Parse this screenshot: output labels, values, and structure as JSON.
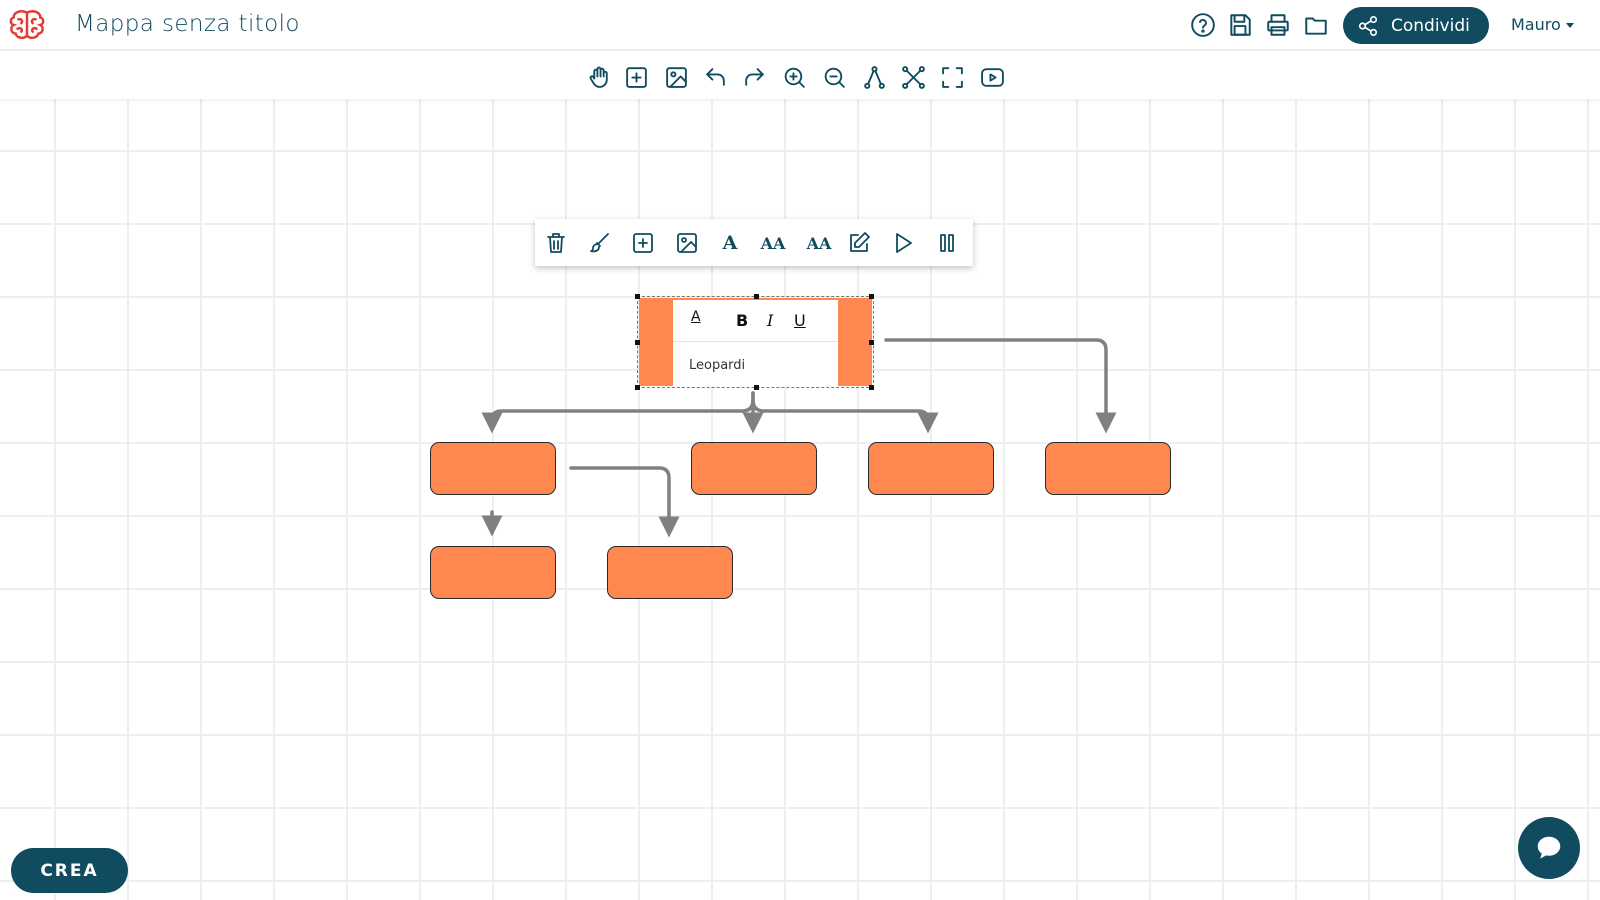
{
  "header": {
    "title": "Mappa senza titolo",
    "share_label": "Condividi",
    "user_label": "Mauro",
    "icons": [
      "help-icon",
      "save-icon",
      "print-icon",
      "folder-icon"
    ]
  },
  "toolbar": {
    "icons": [
      "hand-pan-icon",
      "add-node-icon",
      "image-icon",
      "undo-icon",
      "redo-icon",
      "zoom-in-icon",
      "zoom-out-icon",
      "layout-icon",
      "connect-icon",
      "fullscreen-icon",
      "presentation-icon"
    ]
  },
  "node_toolbar": {
    "icons": [
      "trash-icon",
      "brush-icon",
      "add-child-icon",
      "image-icon",
      "font-icon",
      "font-size-down-icon",
      "font-size-up-icon",
      "edit-icon",
      "play-icon",
      "pause-icon"
    ],
    "font_label": "A",
    "font_down_label": "AA",
    "font_up_label": "AA"
  },
  "selected_node": {
    "text": "Leopardi",
    "editor_buttons": {
      "color": "A",
      "bold": "B",
      "italic": "I",
      "underline": "U"
    }
  },
  "crea_label": "CREA",
  "colors": {
    "primary": "#114b5f",
    "node": "#fe8850",
    "connector": "#808080"
  }
}
